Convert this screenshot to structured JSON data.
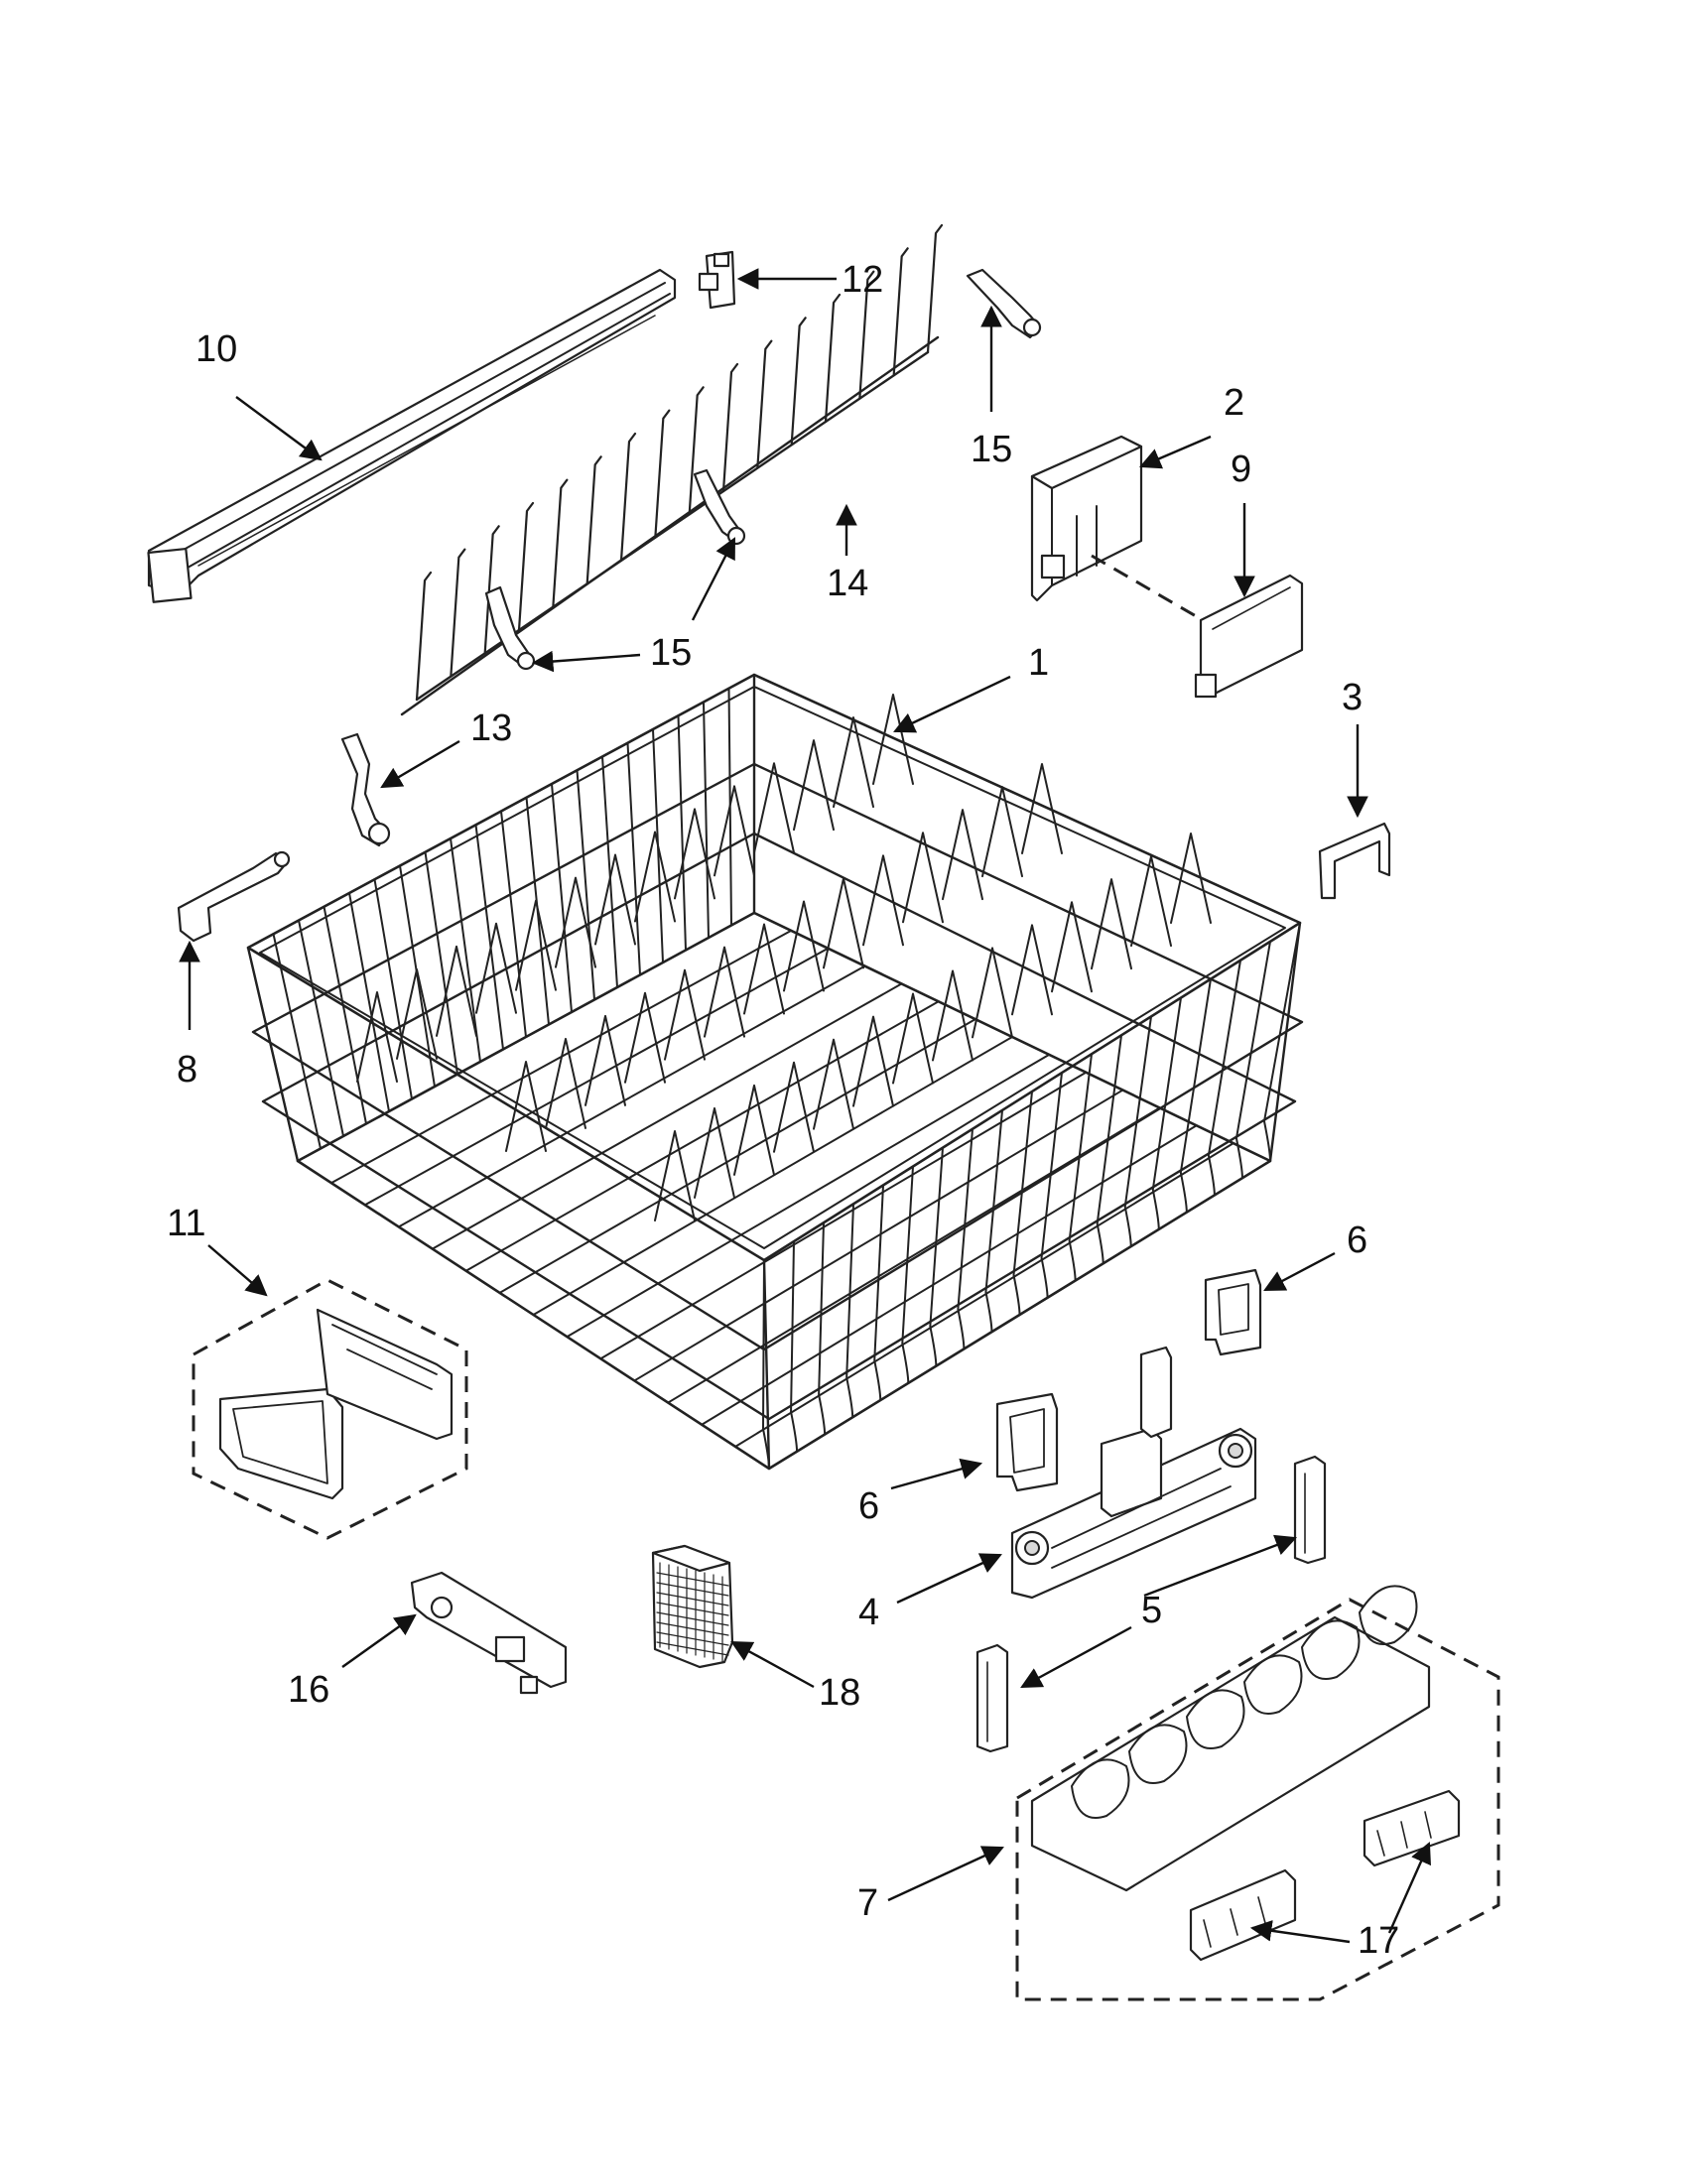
{
  "callouts": {
    "c1": "1",
    "c2": "2",
    "c3": "3",
    "c4": "4",
    "c5": "5",
    "c6a": "6",
    "c6b": "6",
    "c7": "7",
    "c8": "8",
    "c9": "9",
    "c10": "10",
    "c11": "11",
    "c12": "12",
    "c13": "13",
    "c14": "14",
    "c15a": "15",
    "c15b": "15",
    "c16": "16",
    "c17": "17",
    "c18": "18"
  },
  "colors": {
    "line": "#222222",
    "background": "#ffffff"
  }
}
